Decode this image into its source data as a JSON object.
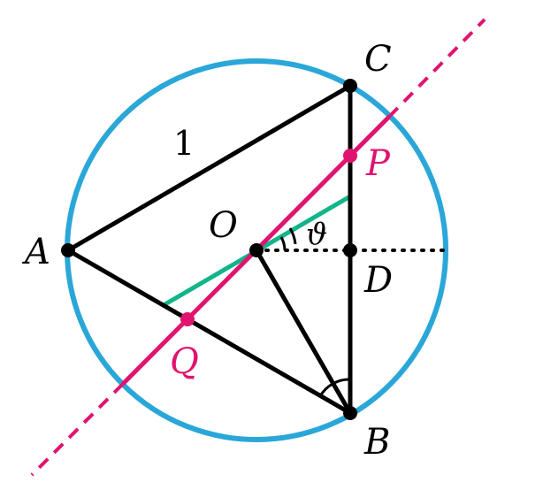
{
  "colors": {
    "circle": "#2aa7d8",
    "secant": "#e0136f",
    "green_segment": "#12b48a",
    "triangle": "#000000"
  },
  "labels": {
    "A": "A",
    "B": "B",
    "C": "C",
    "O": "O",
    "P": "P",
    "Q": "Q",
    "D": "D",
    "theta": "ϑ",
    "side_length": "1"
  }
}
